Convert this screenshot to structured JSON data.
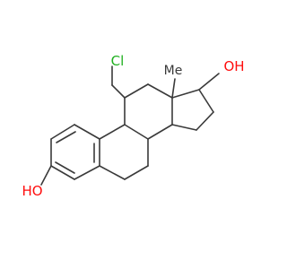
{
  "molecule": {
    "colors": {
      "bond": "#3a3a3a",
      "oxygen": "#ff0d0d",
      "chlorine": "#1fb01f",
      "carbon_label": "#3a3a3a",
      "background": "#ffffff"
    },
    "labels": {
      "chlorine": "Cl",
      "hydroxyl_top": "OH",
      "hydroxyl_left": "HO",
      "methyl": "Me"
    }
  }
}
